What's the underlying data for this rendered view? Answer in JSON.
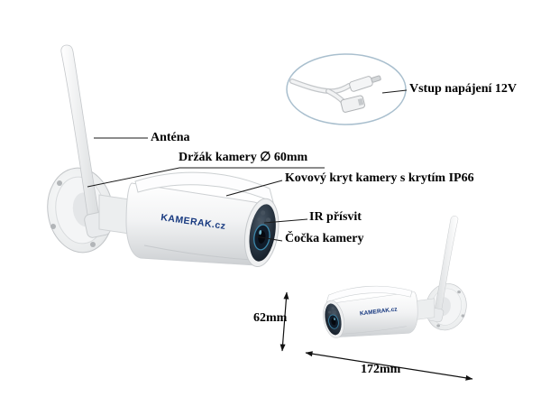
{
  "brand": "KAMERAK.cz",
  "labels": {
    "antenna": "Anténa",
    "mount": "Držák kamery ∅ 60mm",
    "housing": "Kovový kryt kamery s krytím IP66",
    "ir_light": "IR přísvit",
    "lens": "Čočka kamery",
    "power_input": "Vstup napájení 12V"
  },
  "dimensions": {
    "height": "62mm",
    "length": "172mm"
  },
  "colors": {
    "background": "#ffffff",
    "leader_line": "#1a1a1a",
    "inset_outline": "#a9bfce",
    "lens_ring": "#3b87ab",
    "brand_blue": "#16387f",
    "camera_body": "#f2f3f4"
  }
}
